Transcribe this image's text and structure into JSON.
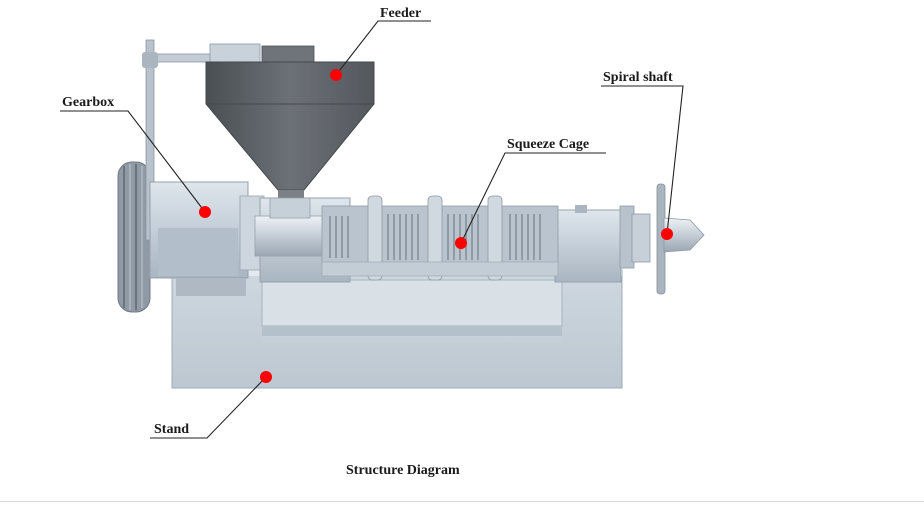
{
  "diagram": {
    "caption": "Structure Diagram",
    "labels": {
      "feeder": "Feeder",
      "gearbox": "Gearbox",
      "spiral_shaft": "Spiral shaft",
      "squeeze_cage": "Squeeze Cage",
      "stand": "Stand"
    },
    "colors": {
      "marker": "#ff0000",
      "machine_light": "#c9d3dc",
      "machine_dark": "#5e6368",
      "text": "#1a1a1a"
    }
  }
}
